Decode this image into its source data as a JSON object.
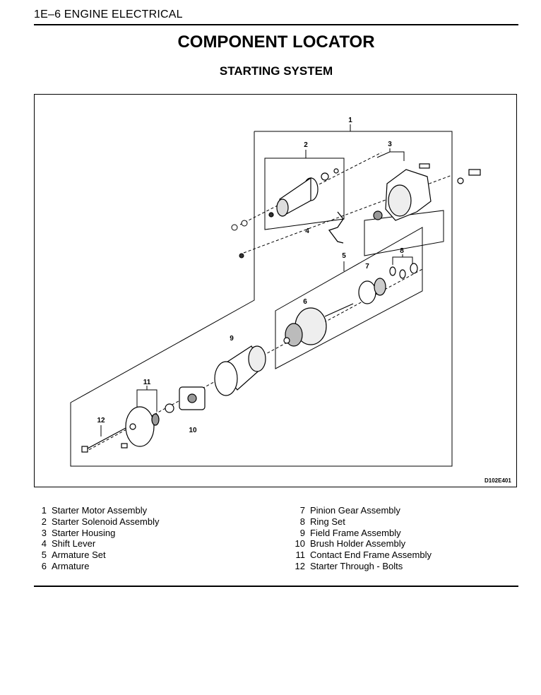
{
  "header": {
    "section": "1E–6  ENGINE ELECTRICAL"
  },
  "title": "COMPONENT LOCATOR",
  "subtitle": "STARTING SYSTEM",
  "diagram": {
    "code": "D102E401",
    "callouts": [
      "1",
      "2",
      "3",
      "4",
      "5",
      "6",
      "7",
      "8",
      "9",
      "10",
      "11",
      "12"
    ]
  },
  "legend": [
    {
      "num": "1",
      "label": "Starter Motor Assembly"
    },
    {
      "num": "2",
      "label": "Starter Solenoid Assembly"
    },
    {
      "num": "3",
      "label": "Starter Housing"
    },
    {
      "num": "4",
      "label": "Shift Lever"
    },
    {
      "num": "5",
      "label": "Armature Set"
    },
    {
      "num": "6",
      "label": "Armature"
    },
    {
      "num": "7",
      "label": "Pinion Gear Assembly"
    },
    {
      "num": "8",
      "label": "Ring Set"
    },
    {
      "num": "9",
      "label": "Field Frame Assembly"
    },
    {
      "num": "10",
      "label": "Brush Holder Assembly"
    },
    {
      "num": "11",
      "label": "Contact End Frame Assembly"
    },
    {
      "num": "12",
      "label": "Starter Through - Bolts"
    }
  ]
}
